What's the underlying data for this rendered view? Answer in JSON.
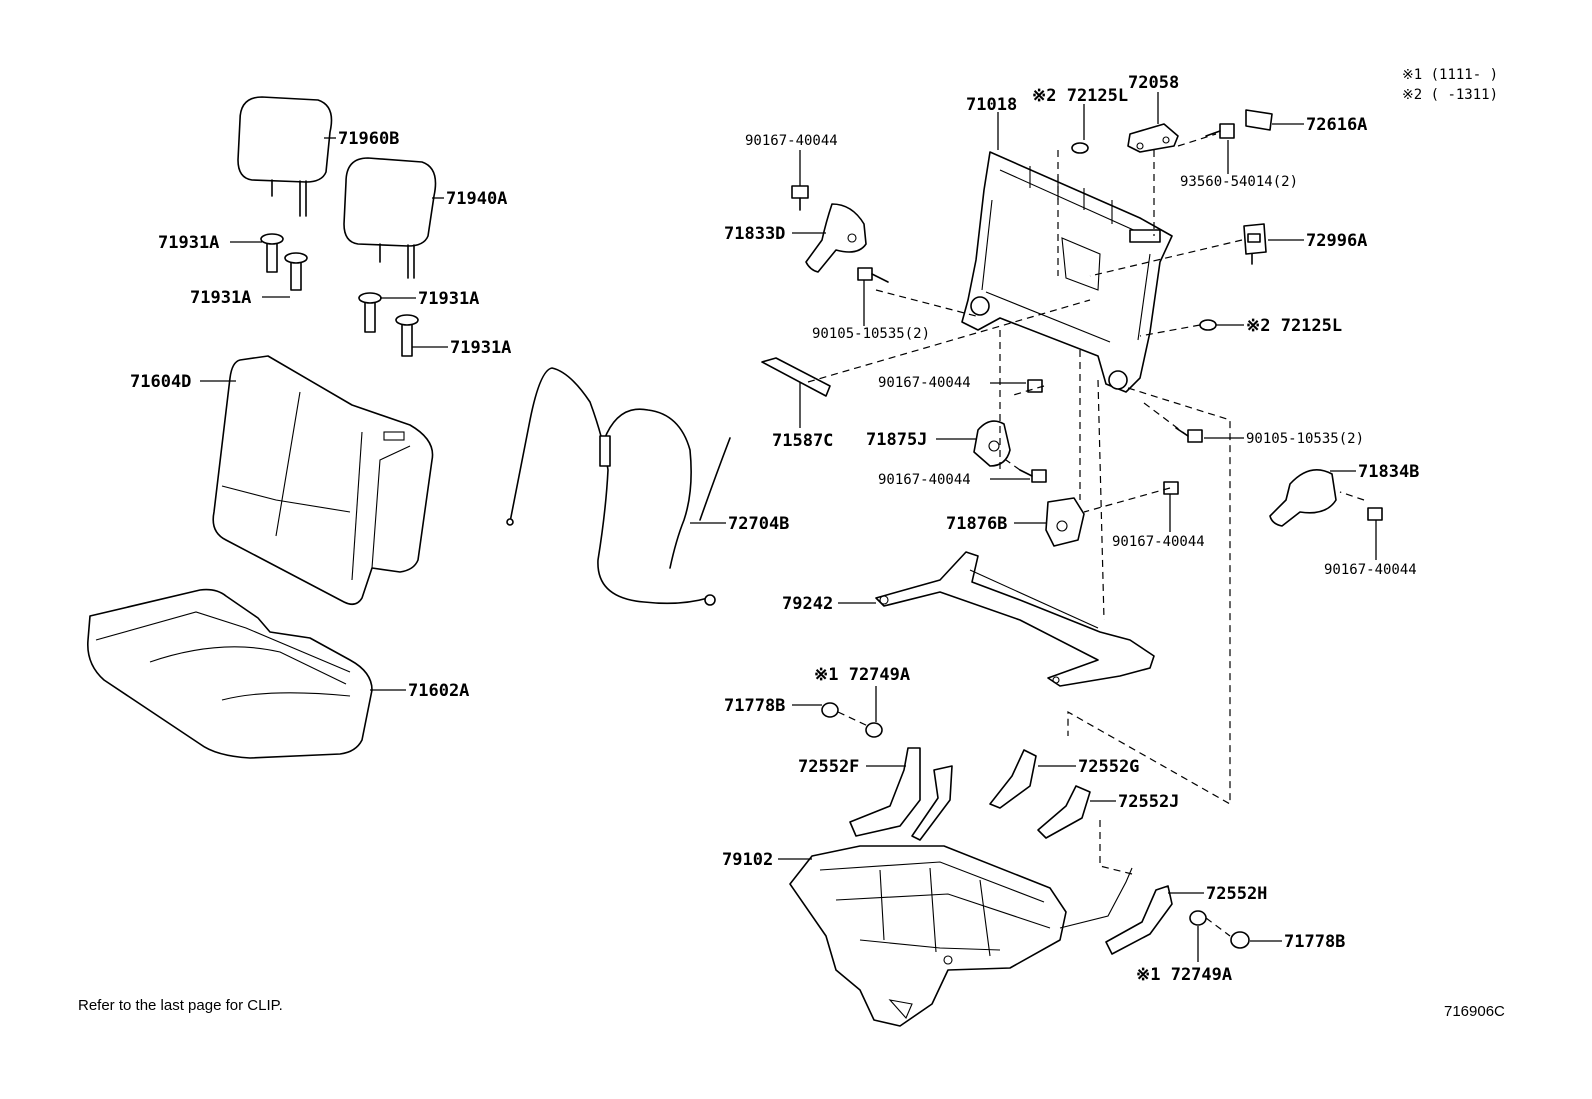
{
  "header_notes": {
    "line1": "※1 (1111-      )",
    "line2": "※2 (      -1311)"
  },
  "footer": {
    "clip_note": "Refer to the last page for CLIP.",
    "diagram_id": "716906C"
  },
  "labels": {
    "l71960B": "71960B",
    "l71940A": "71940A",
    "l71931A_1": "71931A",
    "l71931A_2": "71931A",
    "l71931A_3": "71931A",
    "l71931A_4": "71931A",
    "l71604D": "71604D",
    "l71602A": "71602A",
    "l72704B": "72704B",
    "l90167_1": "90167-40044",
    "l71833D": "71833D",
    "l90105_1": "90105-10535(2)",
    "l71018": "71018",
    "l72125L_1": "※2 72125L",
    "l72058": "72058",
    "l72616A": "72616A",
    "l93560": "93560-54014(2)",
    "l72996A": "72996A",
    "l72125L_2": "※2 72125L",
    "l71587C": "71587C",
    "l90167_2": "90167-40044",
    "l71875J": "71875J",
    "l90167_3": "90167-40044",
    "l90105_2": "90105-10535(2)",
    "l71834B": "71834B",
    "l71876B": "71876B",
    "l90167_4": "90167-40044",
    "l90167_5": "90167-40044",
    "l79242": "79242",
    "l72749A_1": "※1 72749A",
    "l71778B_1": "71778B",
    "l72552F": "72552F",
    "l72552G": "72552G",
    "l72552J": "72552J",
    "l79102": "79102",
    "l72552H": "72552H",
    "l71778B_2": "71778B",
    "l72749A_2": "※1 72749A"
  }
}
